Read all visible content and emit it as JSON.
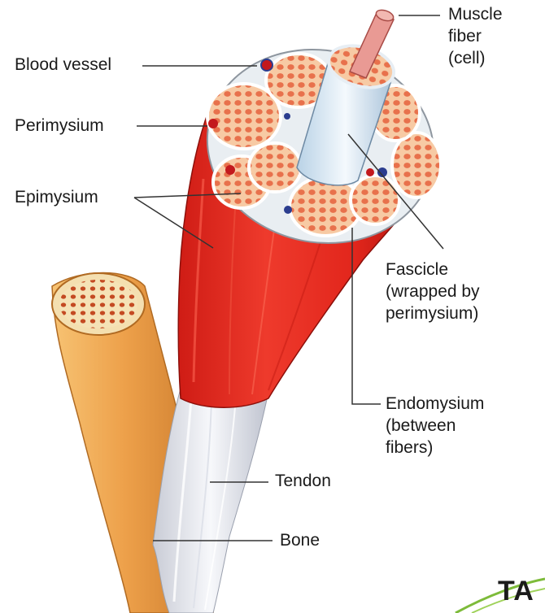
{
  "labels": {
    "muscle_fiber": "Muscle\nfiber\n(cell)",
    "blood_vessel": "Blood vessel",
    "perimysium": "Perimysium",
    "epimysium": "Epimysium",
    "fascicle": "Fascicle\n(wrapped by\nperimysium)",
    "endomysium": "Endomysium\n(between\nfibers)",
    "tendon": "Tendon",
    "bone": "Bone"
  },
  "logo": {
    "text": "TA"
  },
  "colors": {
    "muscle": "#e3231b",
    "muscle_dark": "#b3120c",
    "bone": "#eaa24a",
    "bone_dark": "#c97a25",
    "connective": "#eef3f6",
    "fascicle_fill": "#f6c29a",
    "fiber_dot": "#e8704a",
    "leader": "#333333",
    "logo_green": "#7dbb3a"
  }
}
